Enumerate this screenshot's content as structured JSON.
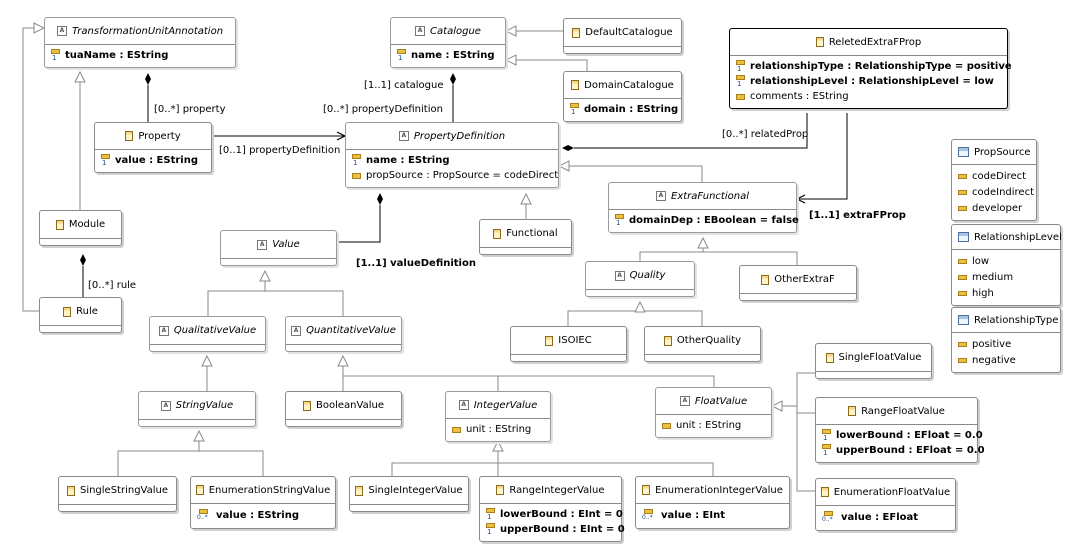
{
  "classes": {
    "tua": {
      "name": "TransformationUnitAnnotation",
      "attrs": [
        {
          "text": "tuaName : EString"
        }
      ]
    },
    "catalogue": {
      "name": "Catalogue",
      "attrs": [
        {
          "text": "name : EString"
        }
      ]
    },
    "defaultCatalogue": {
      "name": "DefaultCatalogue"
    },
    "domainCatalogue": {
      "name": "DomainCatalogue",
      "attrs": [
        {
          "text": "domain : EString"
        }
      ]
    },
    "releted": {
      "name": "ReletedExtraFProp",
      "attrs": [
        {
          "text": "relationshipType : RelationshipType = positive"
        },
        {
          "text": "relationshipLevel : RelationshipLevel = low"
        },
        {
          "text": "comments : EString"
        }
      ]
    },
    "property": {
      "name": "Property",
      "attrs": [
        {
          "text": "value : EString"
        }
      ]
    },
    "propertyDefinition": {
      "name": "PropertyDefinition",
      "attrs": [
        {
          "text": "name : EString"
        },
        {
          "text": "propSource : PropSource = codeDirect"
        }
      ]
    },
    "module": {
      "name": "Module"
    },
    "rule": {
      "name": "Rule"
    },
    "functional": {
      "name": "Functional"
    },
    "extraFunctional": {
      "name": "ExtraFunctional",
      "attrs": [
        {
          "text": "domainDep : EBoolean = false"
        }
      ]
    },
    "value": {
      "name": "Value"
    },
    "quality": {
      "name": "Quality"
    },
    "otherExtraF": {
      "name": "OtherExtraF"
    },
    "isoiec": {
      "name": "ISOIEC"
    },
    "otherQuality": {
      "name": "OtherQuality"
    },
    "qualitativeValue": {
      "name": "QualitativeValue"
    },
    "quantitativeValue": {
      "name": "QuantitativeValue"
    },
    "stringValue": {
      "name": "StringValue"
    },
    "booleanValue": {
      "name": "BooleanValue"
    },
    "integerValue": {
      "name": "IntegerValue",
      "attrs": [
        {
          "text": "unit : EString"
        }
      ]
    },
    "floatValue": {
      "name": "FloatValue",
      "attrs": [
        {
          "text": "unit : EString"
        }
      ]
    },
    "singleFloatValue": {
      "name": "SingleFloatValue"
    },
    "rangeFloatValue": {
      "name": "RangeFloatValue",
      "attrs": [
        {
          "text": "lowerBound : EFloat = 0.0"
        },
        {
          "text": "upperBound : EFloat = 0.0"
        }
      ]
    },
    "enumerationFloatValue": {
      "name": "EnumerationFloatValue",
      "attrs": [
        {
          "text": "value : EFloat"
        }
      ]
    },
    "singleStringValue": {
      "name": "SingleStringValue"
    },
    "enumerationStringValue": {
      "name": "EnumerationStringValue",
      "attrs": [
        {
          "text": "value : EString"
        }
      ]
    },
    "singleIntegerValue": {
      "name": "SingleIntegerValue"
    },
    "rangeIntegerValue": {
      "name": "RangeIntegerValue",
      "attrs": [
        {
          "text": "lowerBound : EInt = 0"
        },
        {
          "text": "upperBound : EInt = 0"
        }
      ]
    },
    "enumerationIntegerValue": {
      "name": "EnumerationIntegerValue",
      "attrs": [
        {
          "text": "value : EInt"
        }
      ]
    }
  },
  "enums": {
    "propSource": {
      "name": "PropSource",
      "literals": [
        "codeDirect",
        "codeIndirect",
        "developer"
      ]
    },
    "relationshipLevel": {
      "name": "RelationshipLevel",
      "literals": [
        "low",
        "medium",
        "high"
      ]
    },
    "relationshipType": {
      "name": "RelationshipType",
      "literals": [
        "positive",
        "negative"
      ]
    }
  },
  "labels": {
    "property": "[0..*] property",
    "catalogue": "[1..1] catalogue",
    "propertyDefinitionList": "[0..*] propertyDefinition",
    "propertyDefinitionRef": "[0..1] propertyDefinition",
    "relatedProp": "[0..*] relatedProp",
    "extraFProp": "[1..1] extraFProp",
    "valueDefinition": "[1..1] valueDefinition",
    "rule": "[0..*] rule"
  }
}
